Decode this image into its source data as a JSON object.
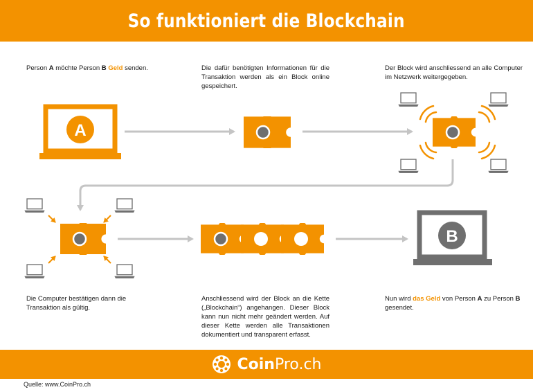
{
  "title": "So funktioniert die Blockchain",
  "steps": {
    "s1": {
      "t1": "Person ",
      "a": "A",
      "t2": " möchte Person ",
      "b": "B",
      "geld": "Geld",
      "t3": " senden."
    },
    "s2": {
      "text": "Die dafür benötigten Informationen für die Transaktion werden als ein Block online gespeichert."
    },
    "s3": {
      "text": "Der Block wird anschliessend an alle Computer im Netzwerk weitergegeben."
    },
    "s4": {
      "text": "Die Computer bestätigen dann die Transaktion als gültig."
    },
    "s5": {
      "text": "Anschliessend wird der Block an die Kette („Blockchain“) angehangen. Dieser Block kann nun nicht mehr geändert werden. Auf dieser Kette werden alle Transaktionen dokumentiert und transparent erfasst."
    },
    "s6": {
      "t1": "Nun wird ",
      "geld": "das Geld",
      "t2": " von Person ",
      "a": "A",
      "t3": " zu Person ",
      "b": "B",
      "t4": " gesendet."
    }
  },
  "labels": {
    "person_a": "A",
    "person_b": "B"
  },
  "footer": {
    "brand_bold": "Coin",
    "brand_rest": "Pro.ch"
  },
  "source": "Quelle: www.CoinPro.ch",
  "colors": {
    "accent": "#f39200",
    "gray": "#6f6f6f",
    "arrow": "#c4c4c4"
  }
}
